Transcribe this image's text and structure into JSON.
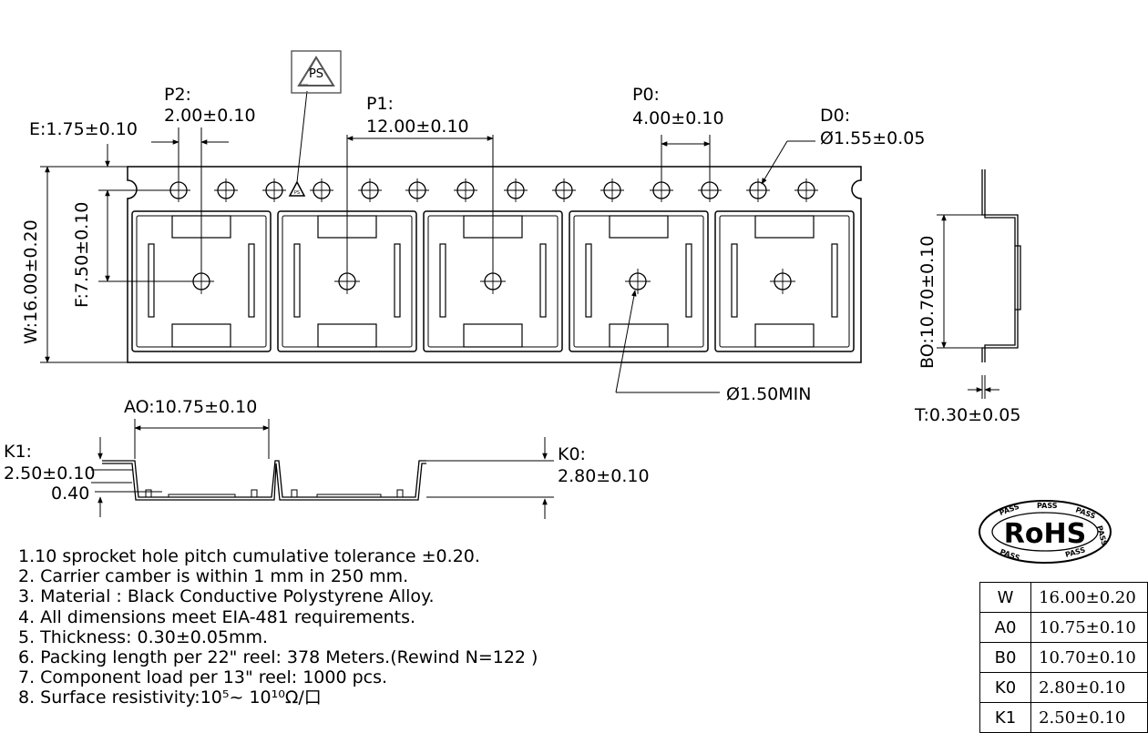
{
  "labels": {
    "p2": [
      "P2:",
      "2.00±0.10"
    ],
    "e": "E:1.75±0.10",
    "p1": [
      "P1:",
      "12.00±0.10"
    ],
    "p0": [
      "P0:",
      "4.00±0.10"
    ],
    "d0": [
      "D0:",
      "Ø1.55±0.05"
    ],
    "w": "W:16.00±0.20",
    "f": "F:7.50±0.10",
    "d1": "Ø1.50MIN",
    "b0": "BO:10.70±0.10",
    "t": "T:0.30±0.05",
    "a0": "AO:10.75±0.10",
    "k1": [
      "K1:",
      "2.50±0.10"
    ],
    "k1_sub": "0.40",
    "k0": [
      "K0:",
      "2.80±0.10"
    ]
  },
  "recycle_symbol": {
    "code": "PS",
    "icon": "recycling-triangle-icon"
  },
  "rohs_badge": {
    "title": "RoHS",
    "ring_text": [
      "PASS",
      "PASS",
      "PASS",
      "PASS",
      "PASS",
      "PASS"
    ]
  },
  "notes": [
    "1.10 sprocket hole pitch cumulative tolerance ±0.20.",
    "2. Carrier camber is within 1 mm in 250 mm.",
    "3. Material : Black Conductive Polystyrene Alloy.",
    "4. All dimensions meet EIA-481 requirements.",
    "5. Thickness: 0.30±0.05mm.",
    "6. Packing length per 22\" reel: 378 Meters.(Rewind N=122 )",
    "7. Component load per 13\" reel: 1000 pcs.",
    "8. Surface resistivity:10⁵~ 10¹⁰Ω/口"
  ],
  "spec_table": [
    {
      "key": "W",
      "value": "16.00±0.20"
    },
    {
      "key": "A0",
      "value": "10.75±0.10"
    },
    {
      "key": "B0",
      "value": "10.70±0.10"
    },
    {
      "key": "K0",
      "value": "2.80±0.10"
    },
    {
      "key": "K1",
      "value": "2.50±0.10"
    }
  ]
}
